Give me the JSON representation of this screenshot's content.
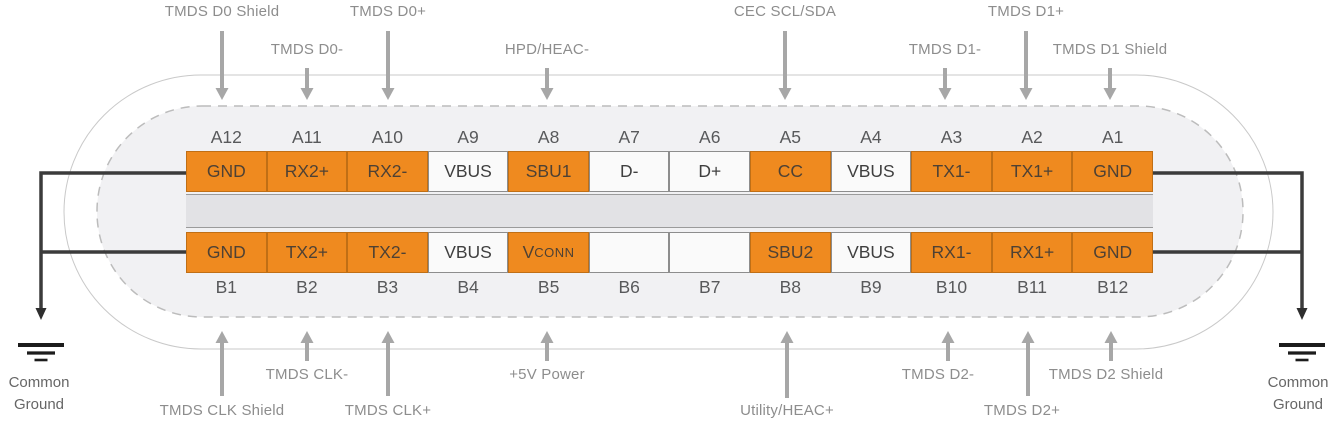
{
  "connector": {
    "pins": {
      "top": [
        {
          "number": "A12",
          "label": "GND",
          "highlight": true
        },
        {
          "number": "A11",
          "label": "RX2+",
          "highlight": true
        },
        {
          "number": "A10",
          "label": "RX2-",
          "highlight": true
        },
        {
          "number": "A9",
          "label": "VBUS",
          "highlight": false
        },
        {
          "number": "A8",
          "label": "SBU1",
          "highlight": true
        },
        {
          "number": "A7",
          "label": "D-",
          "highlight": false
        },
        {
          "number": "A6",
          "label": "D+",
          "highlight": false
        },
        {
          "number": "A5",
          "label": "CC",
          "highlight": true
        },
        {
          "number": "A4",
          "label": "VBUS",
          "highlight": false
        },
        {
          "number": "A3",
          "label": "TX1-",
          "highlight": true
        },
        {
          "number": "A2",
          "label": "TX1+",
          "highlight": true
        },
        {
          "number": "A1",
          "label": "GND",
          "highlight": true
        }
      ],
      "bottom": [
        {
          "number": "B1",
          "label": "GND",
          "highlight": true
        },
        {
          "number": "B2",
          "label": "TX2+",
          "highlight": true
        },
        {
          "number": "B3",
          "label": "TX2-",
          "highlight": true
        },
        {
          "number": "B4",
          "label": "VBUS",
          "highlight": false
        },
        {
          "number": "B5",
          "label": "VCONN",
          "highlight": true
        },
        {
          "number": "B6",
          "label": "",
          "highlight": false
        },
        {
          "number": "B7",
          "label": "",
          "highlight": false
        },
        {
          "number": "B8",
          "label": "SBU2",
          "highlight": true
        },
        {
          "number": "B9",
          "label": "VBUS",
          "highlight": false
        },
        {
          "number": "B10",
          "label": "RX1-",
          "highlight": true
        },
        {
          "number": "B11",
          "label": "RX1+",
          "highlight": true
        },
        {
          "number": "B12",
          "label": "GND",
          "highlight": true
        }
      ]
    }
  },
  "signals": {
    "top": [
      {
        "label": "TMDS D0 Shield",
        "pin": "A12"
      },
      {
        "label": "TMDS D0-",
        "pin": "A11"
      },
      {
        "label": "TMDS D0+",
        "pin": "A10"
      },
      {
        "label": "HPD/HEAC-",
        "pin": "A8"
      },
      {
        "label": "CEC SCL/SDA",
        "pin": "A5"
      },
      {
        "label": "TMDS D1-",
        "pin": "A3"
      },
      {
        "label": "TMDS D1+",
        "pin": "A2"
      },
      {
        "label": "TMDS D1 Shield",
        "pin": "A1"
      }
    ],
    "bottom": [
      {
        "label": "TMDS CLK Shield",
        "pin": "B1"
      },
      {
        "label": "TMDS CLK-",
        "pin": "B2"
      },
      {
        "label": "TMDS CLK+",
        "pin": "B3"
      },
      {
        "label": "+5V Power",
        "pin": "B5"
      },
      {
        "label": "Utility/HEAC+",
        "pin": "B8"
      },
      {
        "label": "TMDS D2-",
        "pin": "B10"
      },
      {
        "label": "TMDS D2+",
        "pin": "B11"
      },
      {
        "label": "TMDS D2 Shield",
        "pin": "B12"
      }
    ]
  },
  "ground": {
    "left": "Common Ground",
    "right": "Common Ground"
  },
  "colors": {
    "pin_highlight": "#EF8A1F",
    "pin_border_highlight": "#C06F15",
    "pin_plain": "#FAFAFA",
    "pin_border_plain": "#8D8D8D",
    "arrow": "#A7A7A7",
    "wire": "#3B3B3B",
    "ground_symbol": "#1C1C1C",
    "label_text": "#8D8D8D",
    "pin_text": "#4E4134",
    "body_fill": "#F1F1F3",
    "mid_band_fill": "#E2E2E5"
  }
}
